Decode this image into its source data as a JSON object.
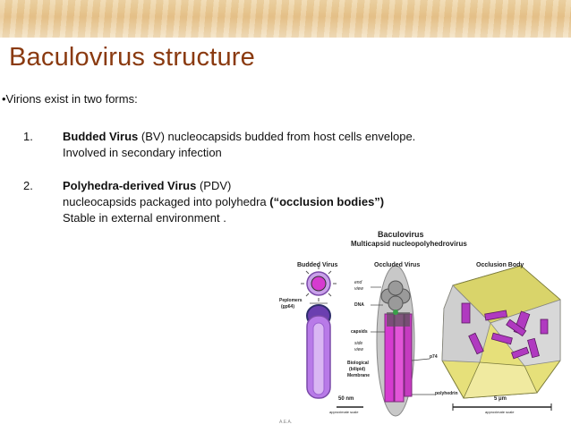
{
  "slide": {
    "title": "Baculovirus structure",
    "intro": "•Virions exist in two forms:",
    "items": [
      {
        "number": "1.",
        "bold": "Budded Virus",
        "rest": " (BV) nucleocapsids budded from host cells envelope.",
        "line2": "Involved in secondary infection"
      },
      {
        "number": "2.",
        "bold": "Polyhedra-derived Virus",
        "rest": " (PDV)",
        "line2_pre": "nucleocapsids packaged into polyhedra ",
        "line2_bold": "(“occlusion bodies”)",
        "line3": "Stable in external environment ."
      }
    ]
  },
  "figure": {
    "heading": "Baculovirus",
    "subheading": "Multicapsid nucleopolyhedrovirus",
    "panels": [
      "Budded Virus",
      "Occluded Virus",
      "Occlusion Body"
    ],
    "labels": {
      "peplomers": "Peplomers",
      "gp64": "(gp64)",
      "end": "end",
      "view": "view",
      "dna": "DNA",
      "capsids": "capsids",
      "side": "side",
      "view2": "view",
      "bio1": "Biological",
      "bio2": "(bilipid)",
      "bio3": "Membrane",
      "p74": "p74",
      "polyhedrin": "polyhedrin"
    },
    "scales": [
      {
        "value": "50 nm",
        "note": "approximate scale"
      },
      {
        "value": "5 μm",
        "note": "approximate scale"
      }
    ],
    "credit": "A.E.A.",
    "colors": {
      "membrane": "#b87ae8",
      "capsid": "#d63bd0",
      "body": "#e6e07a",
      "crystal": "#b03ac0"
    }
  }
}
